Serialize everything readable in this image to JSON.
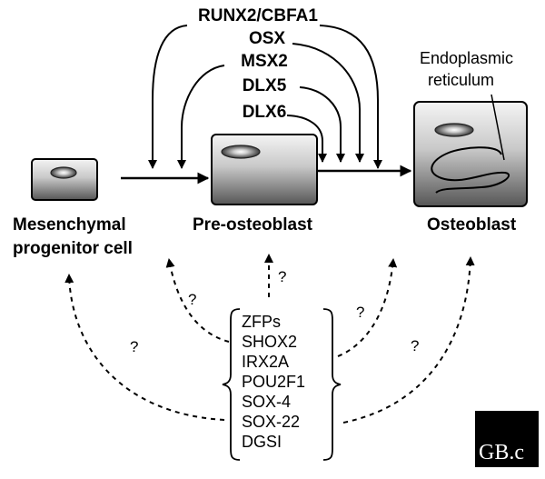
{
  "regulators": {
    "runx2": "RUNX2/CBFA1",
    "osx": "OSX",
    "msx2": "MSX2",
    "dlx5": "DLX5",
    "dlx6": "DLX6"
  },
  "cells": {
    "mesenchymal_line1": "Mesenchymal",
    "mesenchymal_line2": "progenitor cell",
    "preosteoblast": "Pre-osteoblast",
    "osteoblast": "Osteoblast"
  },
  "organelle": {
    "line1": "Endoplasmic",
    "line2": "reticulum"
  },
  "unknown_marker": "?",
  "candidate_factors": [
    "ZFPs",
    "SHOX2",
    "IRX2A",
    "POU2F1",
    "SOX-4",
    "SOX-22",
    "DGSI"
  ],
  "logo_text": "GB.c",
  "colors": {
    "line": "#000000",
    "cell_light": "#f2f2f2",
    "cell_dark": "#555555"
  }
}
